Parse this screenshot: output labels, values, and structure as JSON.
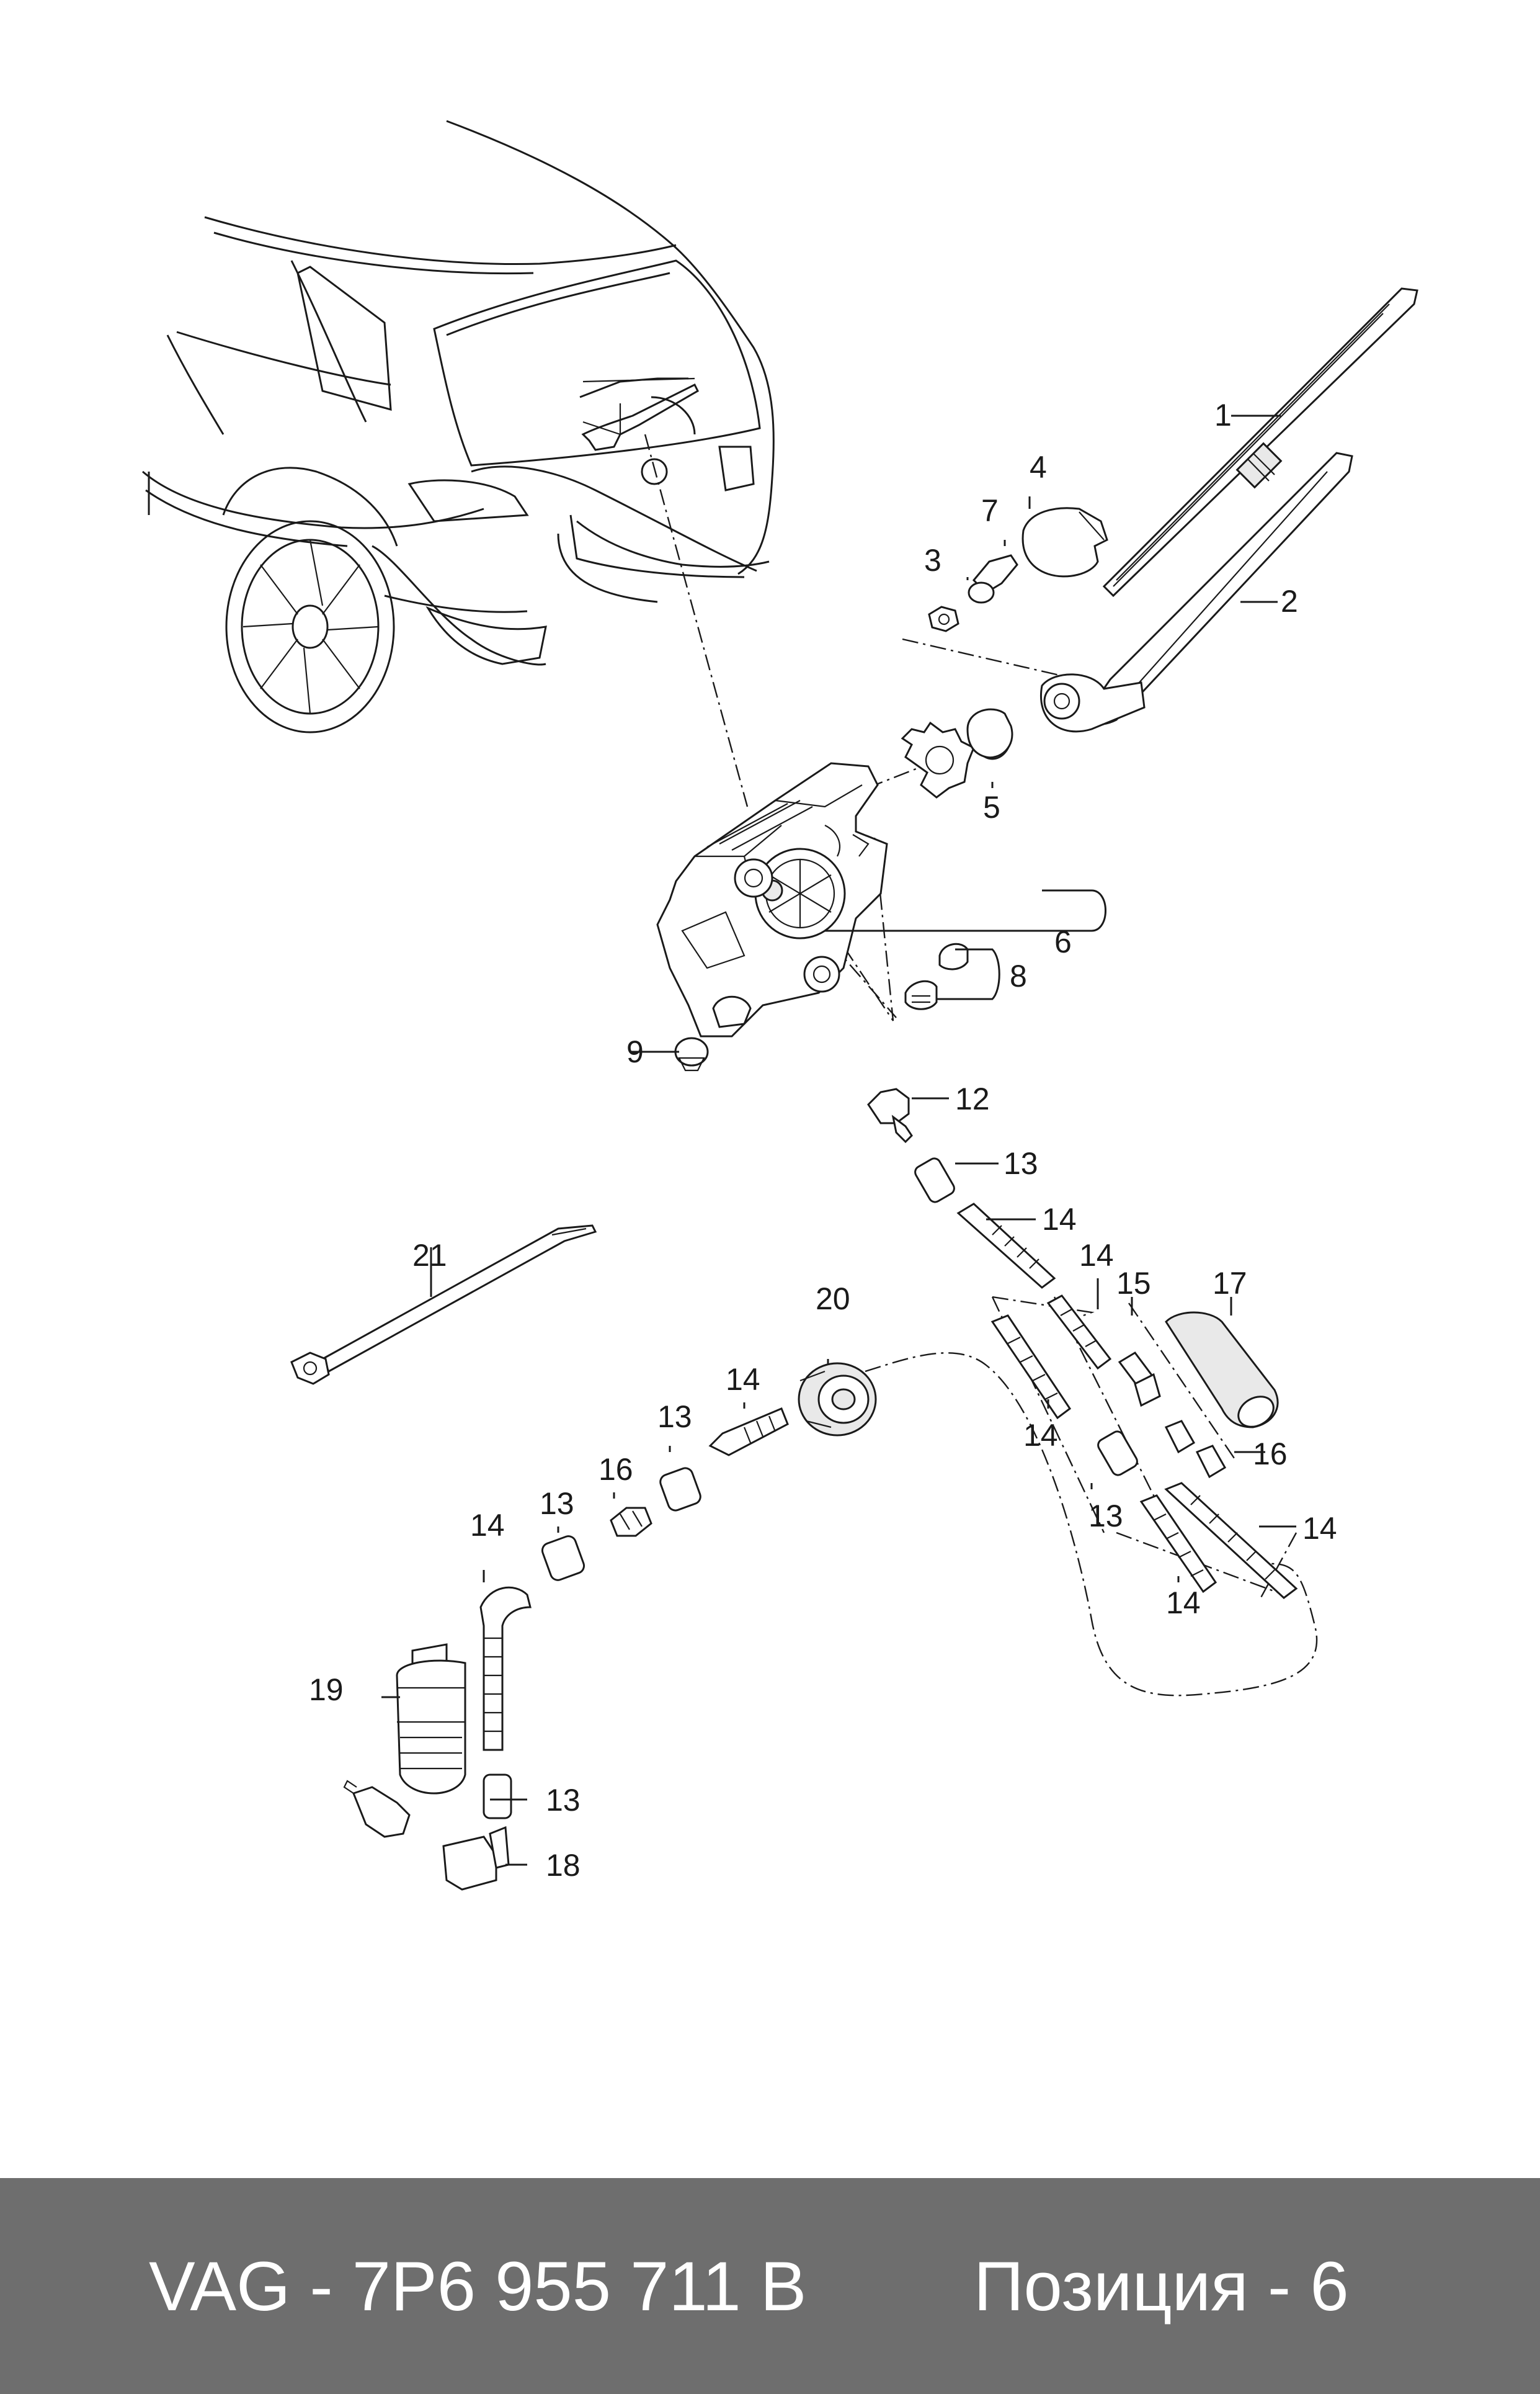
{
  "callouts": {
    "c1": "1",
    "c2": "2",
    "c3": "3",
    "c4": "4",
    "c5": "5",
    "c6": "6",
    "c7": "7",
    "c8": "8",
    "c9": "9",
    "c12": "12",
    "c13a": "13",
    "c14a": "14",
    "c14b": "14",
    "c15": "15",
    "c17": "17",
    "c20": "20",
    "c21": "21",
    "c14c": "14",
    "c16a": "16",
    "c13b": "13",
    "c14d": "14",
    "c14e": "14",
    "c14f": "14",
    "c13c": "13",
    "c16b": "16",
    "c13d": "13",
    "c14g": "14",
    "c19": "19",
    "c13e": "13",
    "c18": "18"
  },
  "footer": {
    "part_number": "VAG - 7P6 955 711 B",
    "position": "Позиция - 6",
    "background": "#6e6e6e"
  }
}
